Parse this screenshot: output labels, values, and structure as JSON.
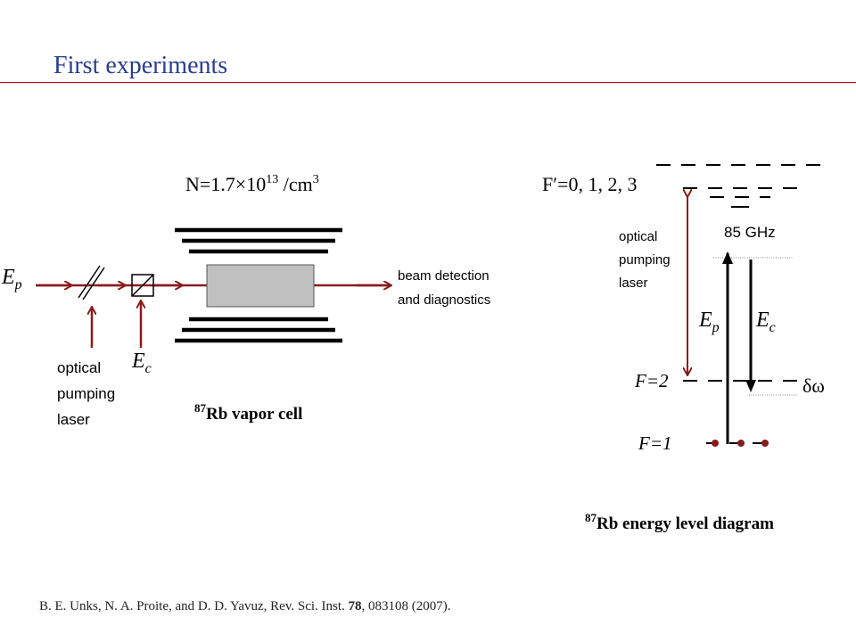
{
  "title": "First experiments",
  "setup": {
    "density_label": "N=1.7×10",
    "density_exp": "13",
    "density_unit": " /cm",
    "density_unit_exp": "3",
    "probe_field": "E",
    "probe_sub": "p",
    "coupling_field": "E",
    "coupling_sub": "c",
    "detection_line1": "beam detection",
    "detection_line2": "and diagnostics",
    "pump_line1": "optical",
    "pump_line2": "pumping",
    "pump_line3": "laser",
    "cell_iso": "87",
    "cell_label": "Rb vapor cell"
  },
  "levels": {
    "upper_label": "F′=0, 1, 2, 3",
    "f2_label": "F=2",
    "f1_label": "F=1",
    "splitting": "85 GHz",
    "detuning": "δω",
    "pump_line1": "optical",
    "pump_line2": "pumping",
    "pump_line3": "laser",
    "probe_field": "E",
    "probe_sub": "p",
    "coupling_field": "E",
    "coupling_sub": "c",
    "diagram_iso": "87",
    "diagram_label": "Rb energy level diagram"
  },
  "reference": {
    "authors": "B. E. Unks, N. A. Proite, and D. D. Yavuz, Rev. Sci. Inst. ",
    "volume": "78",
    "rest": ", 083108 (2007)."
  },
  "colors": {
    "title": "#2a3d8f",
    "rule": "#c00000",
    "beam": "#8b1a1a",
    "cell": "#c0c0c0"
  }
}
